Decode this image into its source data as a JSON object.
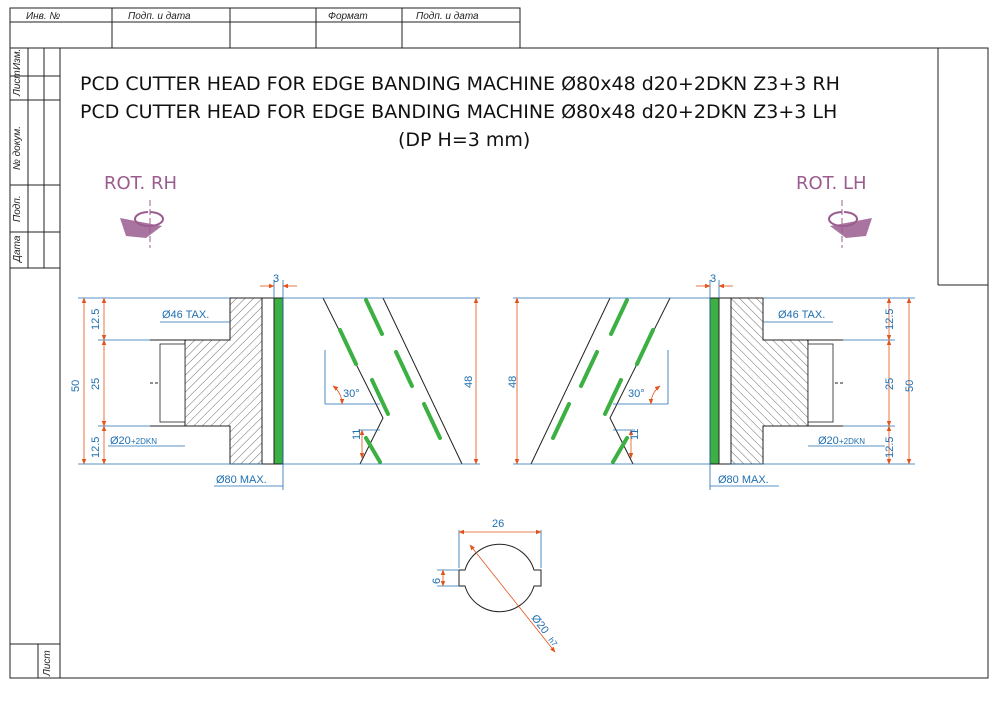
{
  "stamp": {
    "top_cells": [
      "Инв. №",
      "Подп. и дата",
      "Формат",
      "Подп. и дата"
    ],
    "side_cells": [
      "Изм.",
      "Лист",
      "№ докум.",
      "Подп.",
      "Дата"
    ],
    "sheet_label": "Лист"
  },
  "title": {
    "line1": "PCD CUTTER HEAD FOR EDGE BANDING MACHINE Ø80x48 d20+2DKN Z3+3 RH",
    "line2": "PCD CUTTER HEAD FOR EDGE BANDING MACHINE Ø80x48 d20+2DKN Z3+3 LH",
    "line3": "(DP H=3 mm)"
  },
  "rotation": {
    "left": "ROT. RH",
    "right": "ROT. LH"
  },
  "dims": {
    "d46": "Ø46 TAX.",
    "d80": "Ø80 MAX.",
    "d20": "Ø20",
    "d20_suffix": "+2DKN",
    "h50": "50",
    "h25": "25",
    "h12_5": "12.5",
    "h48": "48",
    "t3": "3",
    "a30": "30°",
    "s11": "11",
    "bore_w": "26",
    "key_h": "6",
    "bore_d": "Ø20",
    "bore_tol": "h7"
  },
  "colors": {
    "dimension": "#1f6fb2",
    "arrow": "#e2541b",
    "insert": "#3cb043",
    "rotation": "#9b5c8f"
  }
}
